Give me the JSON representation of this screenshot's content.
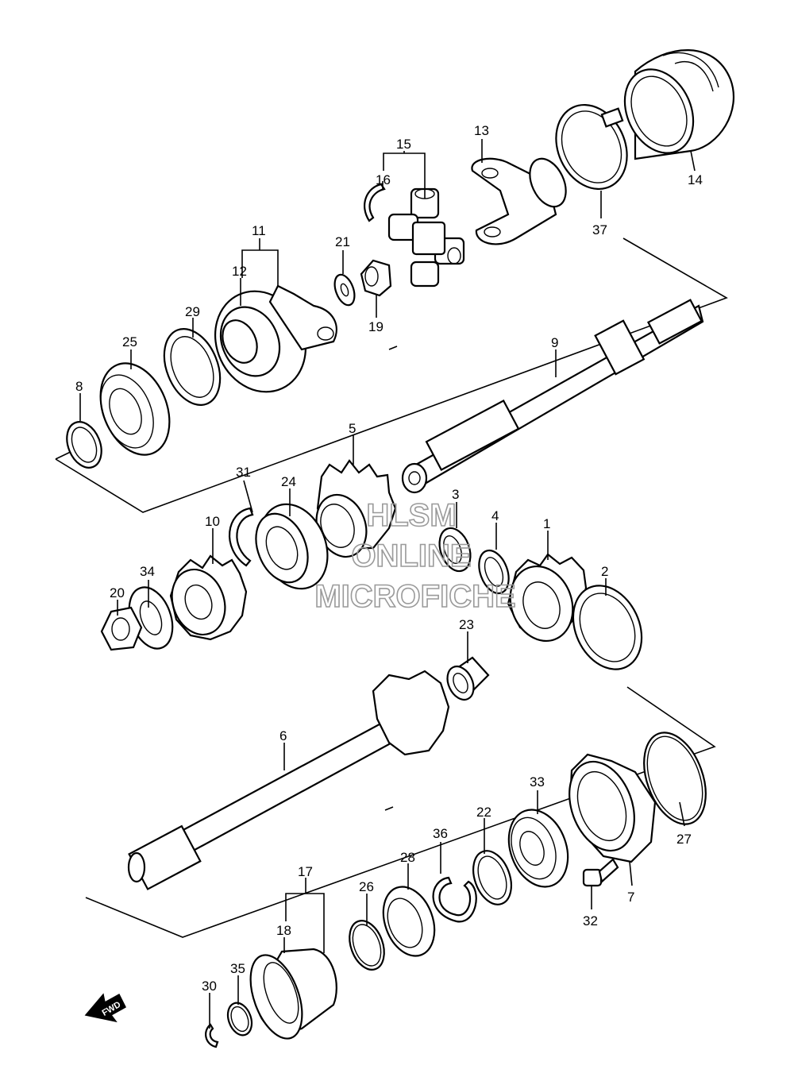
{
  "callouts": [
    "1",
    "2",
    "3",
    "4",
    "5",
    "6",
    "7",
    "8",
    "9",
    "10",
    "11",
    "12",
    "13",
    "14",
    "15",
    "16",
    "17",
    "18",
    "19",
    "20",
    "21",
    "22",
    "23",
    "24",
    "25",
    "26",
    "27",
    "28",
    "29",
    "30",
    "31",
    "32",
    "33",
    "34",
    "35",
    "36",
    "37"
  ],
  "watermark": {
    "line1": "HLSM",
    "line2": "ONLINE",
    "line3": "MICROFICHE"
  },
  "fwd_label": "FWD"
}
